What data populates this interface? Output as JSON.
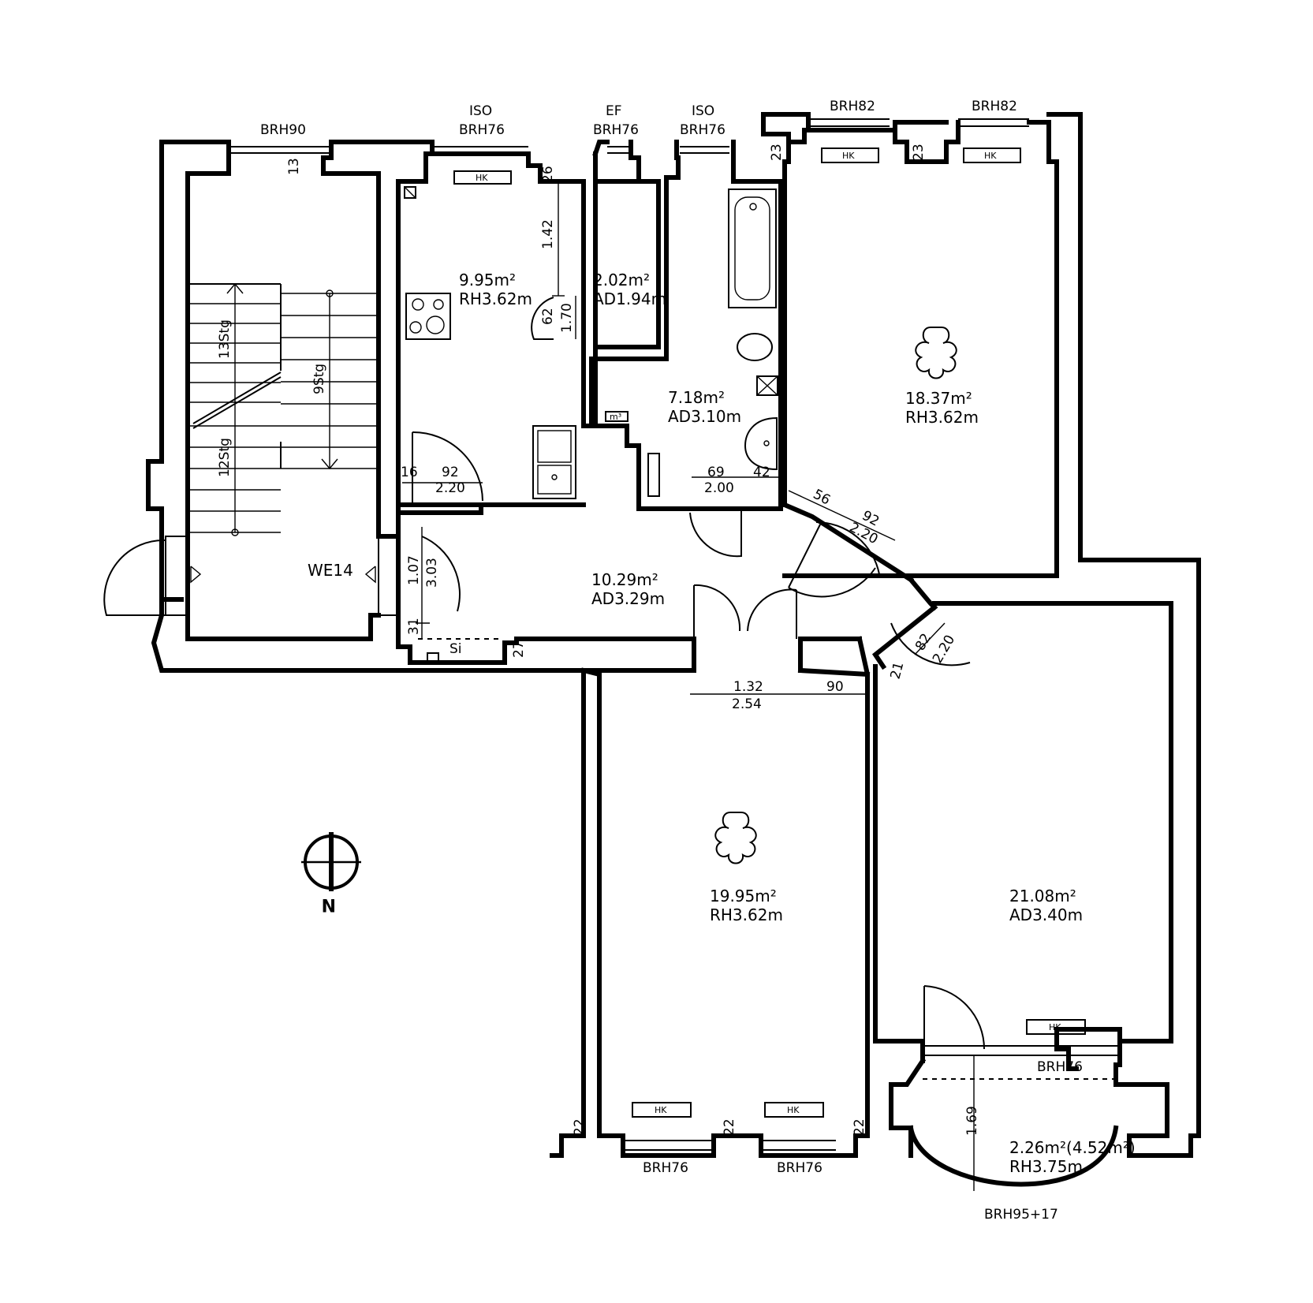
{
  "plan": {
    "unit_label": "WE14",
    "compass": {
      "label": "N",
      "icon": "north-arrow-icon"
    },
    "rooms": [
      {
        "id": "kitchen",
        "area": "9.95m²",
        "height": "RH3.62m"
      },
      {
        "id": "storage",
        "area": "2.02m²",
        "height": "AD1.94m"
      },
      {
        "id": "bath",
        "area": "7.18m²",
        "height": "AD3.10m"
      },
      {
        "id": "room-ne",
        "area": "18.37m²",
        "height": "RH3.62m"
      },
      {
        "id": "hall",
        "area": "10.29m²",
        "height": "AD3.29m"
      },
      {
        "id": "room-s",
        "area": "19.95m²",
        "height": "RH3.62m"
      },
      {
        "id": "room-se",
        "area": "21.08m²",
        "height": "AD3.40m"
      },
      {
        "id": "bay",
        "area": "2.26m²(4.52m²)",
        "height": "RH3.75m"
      }
    ],
    "window_labels": {
      "stair_window": "BRH90",
      "kitchen_window_top": "ISO",
      "kitchen_window": "BRH76",
      "storage_window_top": "EF",
      "storage_window": "BRH76",
      "bath_window_top": "ISO",
      "bath_window": "BRH76",
      "ne_window_1": "BRH82",
      "ne_window_2": "BRH82",
      "south_window_1": "BRH76",
      "south_window_2": "BRH76",
      "se_window": "BRH76",
      "bay_window": "BRH95+17"
    },
    "stairs": {
      "upper": "13Stg",
      "lower": "12Stg",
      "center": "9Stg"
    },
    "fixtures": {
      "radiator": "HK",
      "sink_label": "Si",
      "meter_label": "m³"
    },
    "dimensions": {
      "d_13": "13",
      "d_26": "26",
      "d_142": "1.42",
      "d_62": "62",
      "d_170": "1.70",
      "d_16": "16",
      "d_92a": "92",
      "d_220a": "2.20",
      "d_69": "69",
      "d_200": "2.00",
      "d_42": "42",
      "d_56": "56",
      "d_92b": "92",
      "d_220b": "2.20",
      "d_107": "1.07",
      "d_303": "3.03",
      "d_31": "31",
      "d_27": "27",
      "d_132": "1.32",
      "d_254": "2.54",
      "d_90": "90",
      "d_82": "82",
      "d_220c": "2.20",
      "d_21": "21",
      "d_23a": "23",
      "d_23b": "23",
      "d_169": "1.69",
      "d_22a": "22",
      "d_22b": "22",
      "d_22c": "22"
    }
  }
}
